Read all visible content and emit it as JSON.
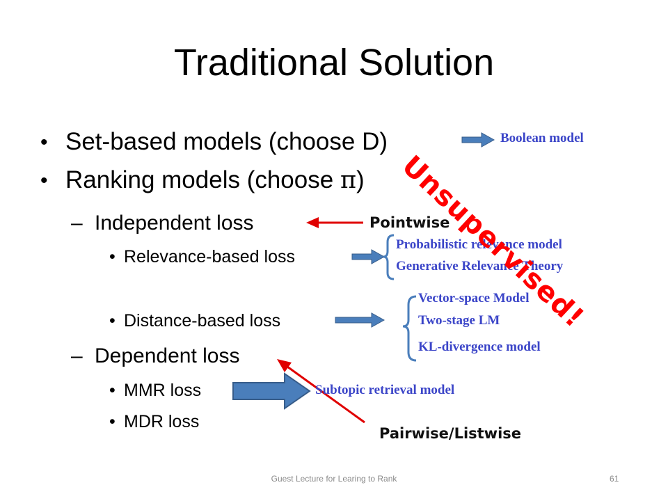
{
  "title": "Traditional Solution",
  "bullets": {
    "set_based": "Set-based models (choose D)",
    "ranking_prefix": "Ranking models (choose ",
    "ranking_pi": "π",
    "ranking_suffix": ")",
    "independent": "Independent loss",
    "relevance": "Relevance-based loss",
    "distance": "Distance-based loss",
    "dependent": "Dependent loss",
    "mmr": "MMR loss",
    "mdr": "MDR loss"
  },
  "markers": {
    "dot": "•",
    "dash": "–"
  },
  "annotations": {
    "boolean": "Boolean model",
    "pointwise": "Pointwise",
    "probabilistic": "Probabilistic relevance model",
    "generative": "Generative Relevance Theory",
    "vector_space": "Vector-space Model",
    "two_stage": "Two-stage LM",
    "kl": "KL-divergence model",
    "subtopic": "Subtopic retrieval model",
    "pairwise": "Pairwise/Listwise",
    "unsupervised": "Unsupervised!"
  },
  "footer": {
    "text": "Guest Lecture for Learing to Rank",
    "page": "61"
  },
  "colors": {
    "blue_arrow": "#4a7ebb",
    "blue_text": "#3b45c8",
    "red": "#e00000"
  }
}
